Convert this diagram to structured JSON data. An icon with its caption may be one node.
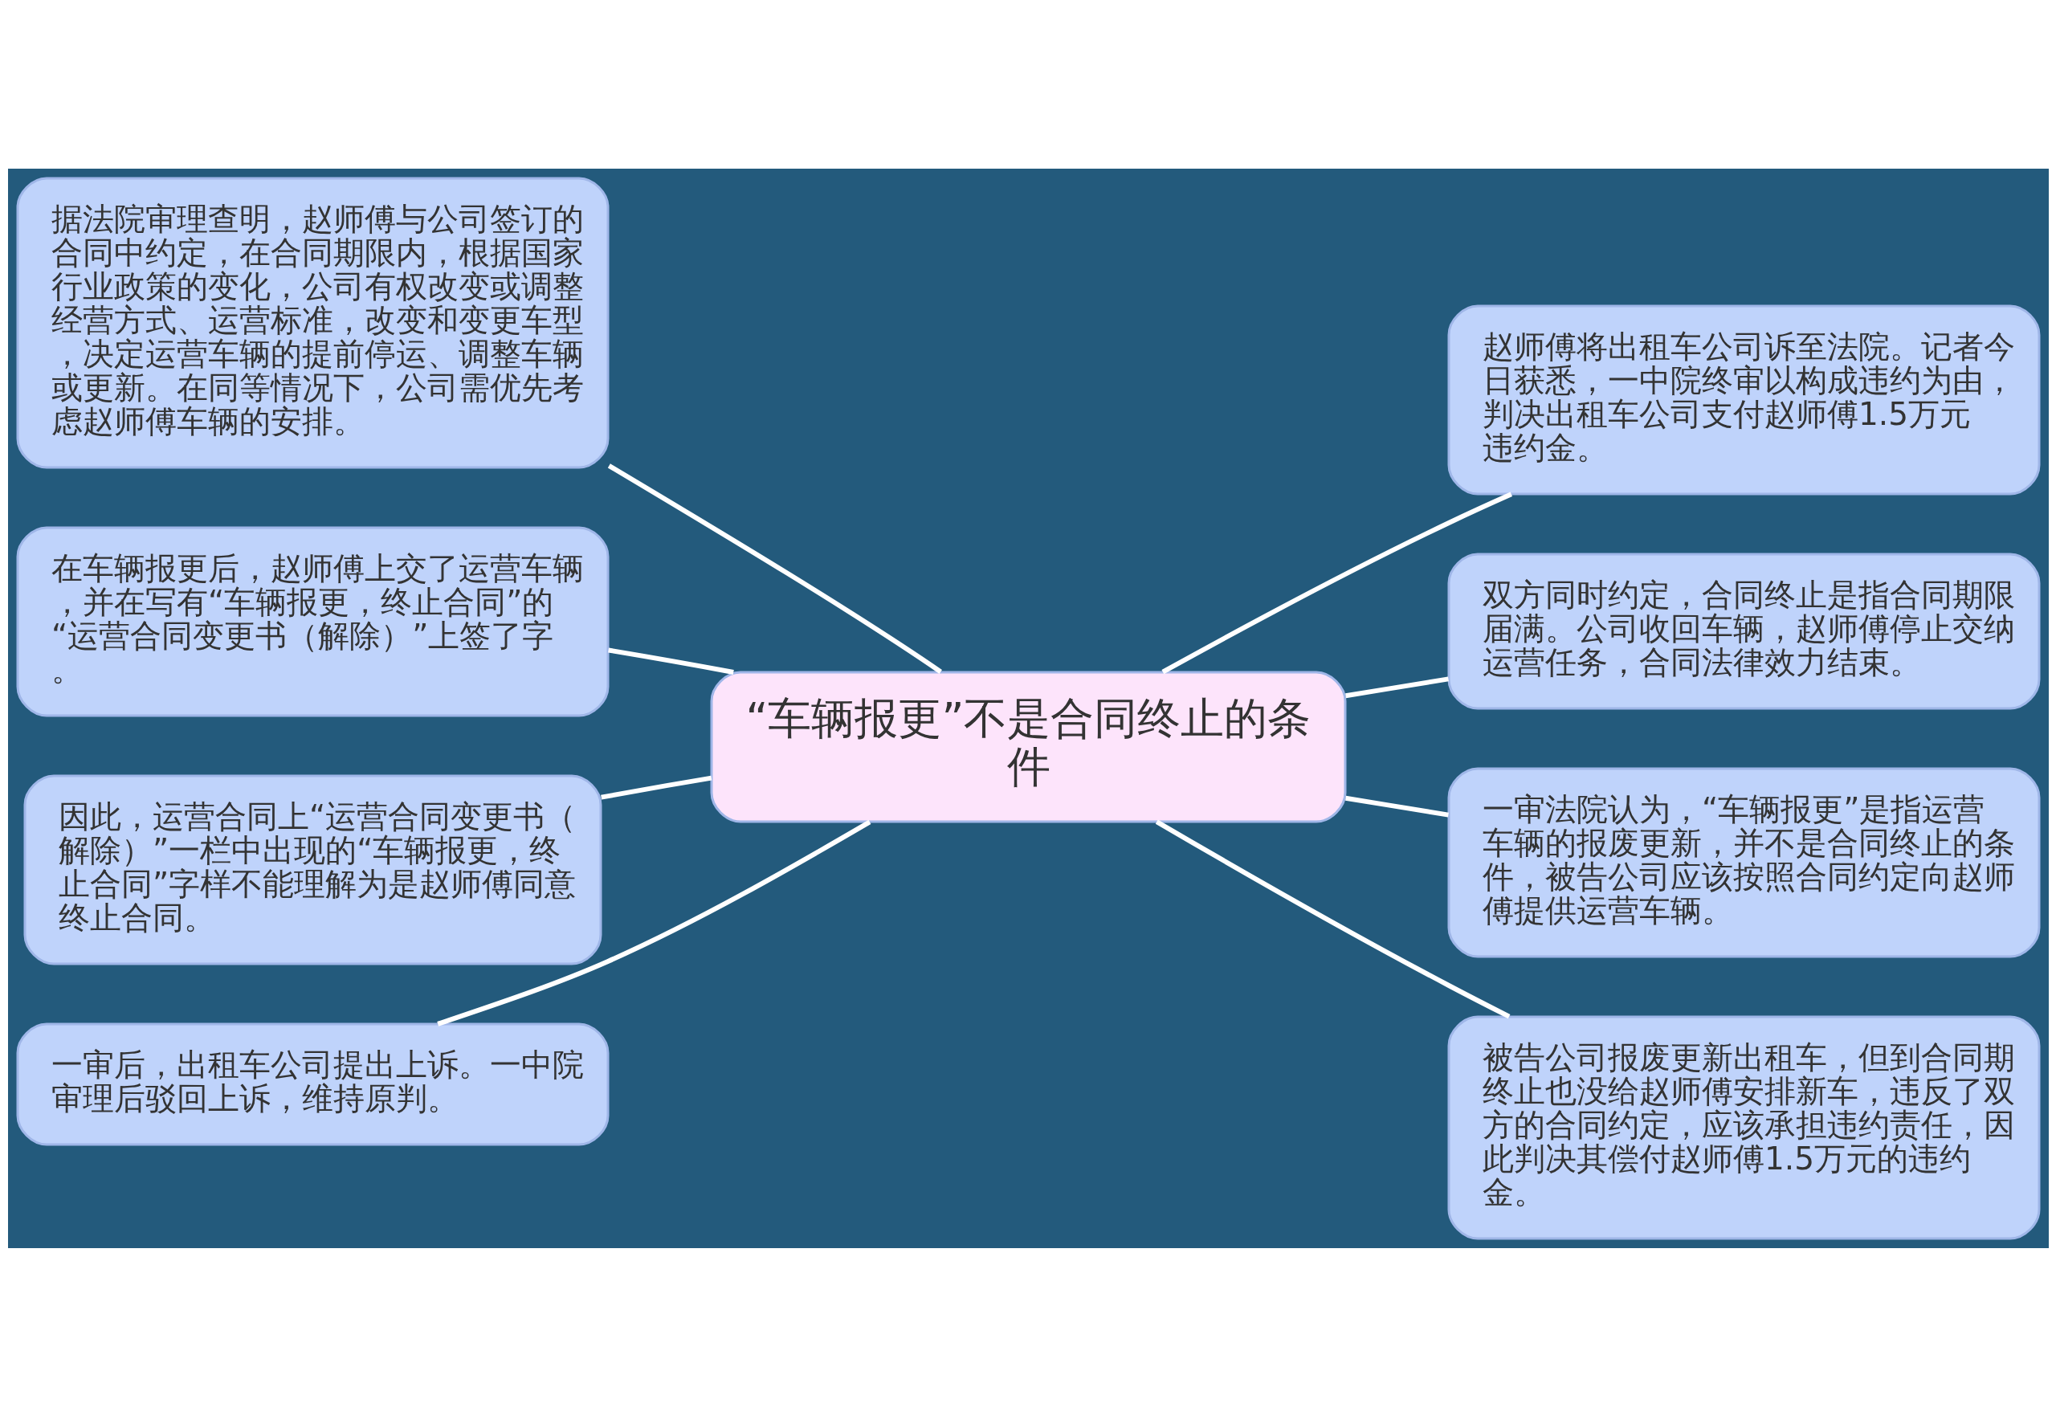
{
  "diagram": {
    "nodes": [
      {
        "text": [
          "“车辆报更”不是合同终止的条件"
        ]
      },
      {
        "text": [
          "据法院审理查明，赵师傅与公司签订的合同中约定，在合同期限内，根据国家行业政策的变化，公司有权改变或调整经营方式、运营标准，改变和变更车型，决定运营车辆的提前停运、调整车辆或更新。在同等情况下，公司需优先考虑赵师傅车辆的安排。"
        ]
      },
      {
        "text": [
          "在车辆报更后，赵师傅上交了运营车辆，并在写有“车辆报更，终止合同”的“运营合同变更书（解除）”上签了字。"
        ]
      },
      {
        "text": [
          "因此，运营合同上“运营合同变更书（解除）”一栏中出现的“车辆报更，终止合同”字样不能理解为是赵师傅同意终止合同。"
        ]
      },
      {
        "text": [
          "一审后，出租车公司提出上诉。一中院审理后驳回上诉，维持原判。"
        ]
      },
      {
        "text": [
          "赵师傅将出租车公司诉至法院。记者今日获悉，一中院终审以构成违约为由，判决出租车公司支付赵师傅1.5万元违约金。"
        ]
      },
      {
        "text": [
          "双方同时约定，合同终止是指合同期限届满。公司收回车辆，赵师傅停止交纳运营任务，合同法律效力结束。"
        ]
      },
      {
        "text": [
          "一审法院认为，“车辆报更”是指运营车辆的报废更新，并不是合同终止的条件，被告公司应该按照合同约定向赵师傅提供运营车辆。"
        ]
      },
      {
        "text": [
          "被告公司报废更新出租车，但到合同期终止也没给赵师傅安排新车，违反了双方的合同约定，应该承担违约责任，因此判决其偿付赵师傅1.5万元的违约金。"
        ]
      }
    ],
    "edges": [
      {
        "from": 0,
        "to": 1,
        "arrow": "none"
      },
      {
        "from": 0,
        "to": 2,
        "arrow": "none"
      },
      {
        "from": 0,
        "to": 3,
        "arrow": "none"
      },
      {
        "from": 0,
        "to": 4,
        "arrow": "none"
      },
      {
        "from": 0,
        "to": 5,
        "arrow": "none"
      },
      {
        "from": 0,
        "to": 6,
        "arrow": "none"
      },
      {
        "from": 0,
        "to": 7,
        "arrow": "none"
      },
      {
        "from": 0,
        "to": 8,
        "arrow": "none"
      }
    ]
  }
}
